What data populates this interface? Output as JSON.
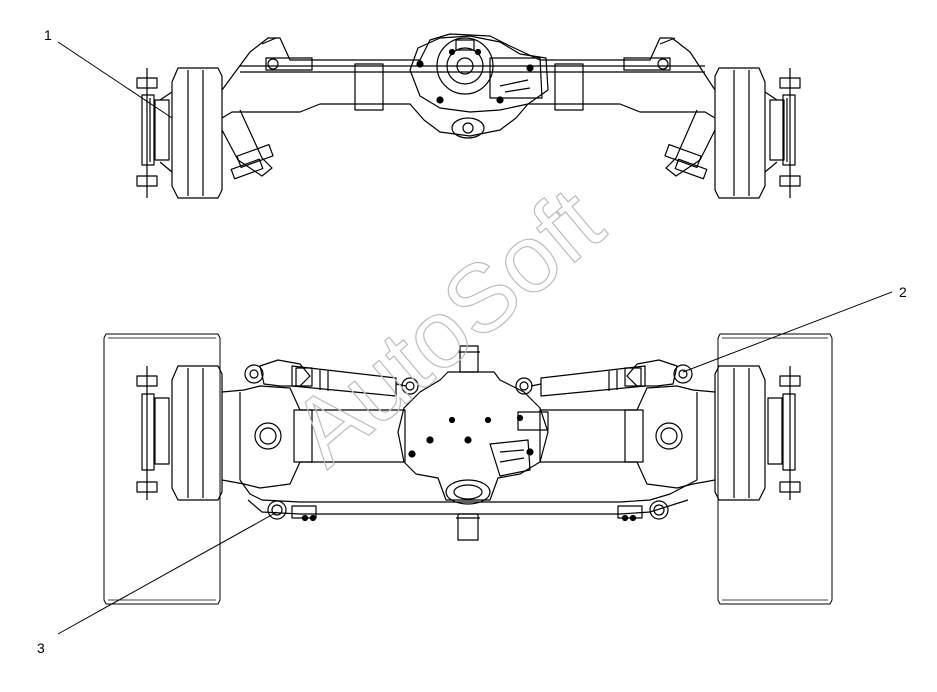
{
  "callouts": {
    "c1": "1",
    "c2": "2",
    "c3": "3"
  },
  "watermark": "AutoSoft",
  "colors": {
    "line": "#000000",
    "background": "#ffffff",
    "watermark_stroke": "#bdbdbd"
  }
}
